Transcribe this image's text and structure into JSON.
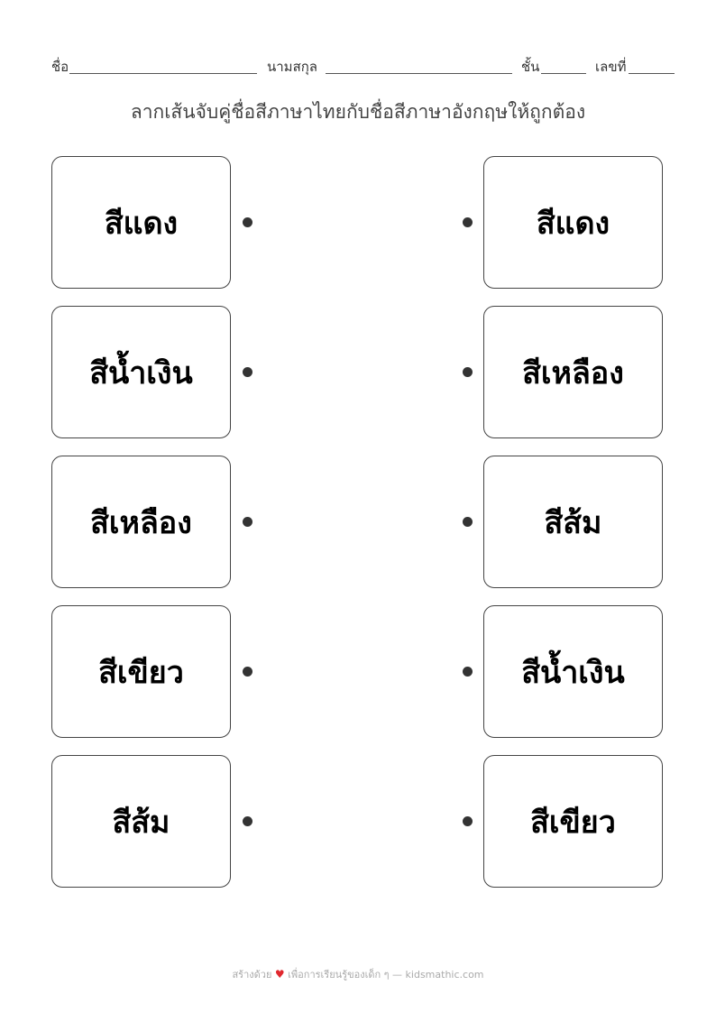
{
  "header": {
    "name_label": "ชื่อ",
    "surname_label": "นามสกุล",
    "class_label": "ชั้น",
    "number_label": "เลขที่"
  },
  "instructions": "ลากเส้นจับคู่ชื่อสีภาษาไทยกับชื่อสีภาษาอังกฤษให้ถูกต้อง",
  "left_cards": [
    {
      "label": "สีแดง"
    },
    {
      "label": "สีน้ำเงิน"
    },
    {
      "label": "สีเหลือง"
    },
    {
      "label": "สีเขียว"
    },
    {
      "label": "สีส้ม"
    }
  ],
  "right_cards": [
    {
      "label": "สีแดง"
    },
    {
      "label": "สีเหลือง"
    },
    {
      "label": "สีส้ม"
    },
    {
      "label": "สีน้ำเงิน"
    },
    {
      "label": "สีเขียว"
    }
  ],
  "footer": {
    "prefix": "สร้างด้วย",
    "heart_icon": "♥",
    "suffix": "เพื่อการเรียนรู้ของเด็ก ๆ — kidsmathic.com",
    "heart_color": "#e0282e"
  }
}
